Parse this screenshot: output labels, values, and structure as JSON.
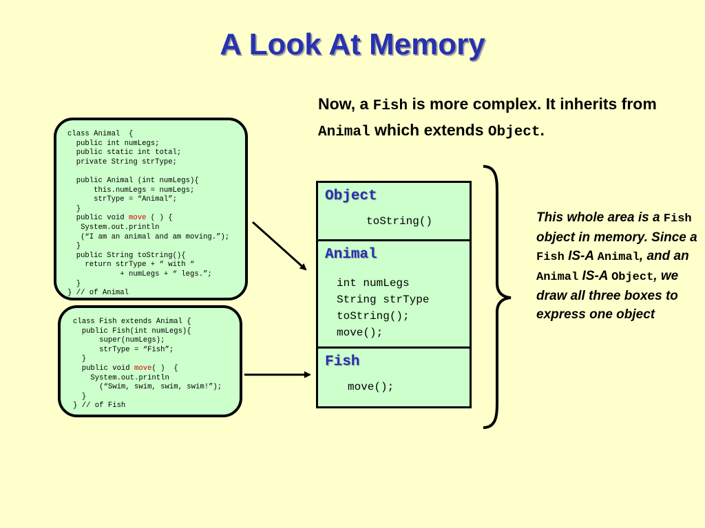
{
  "title": "A Look At Memory",
  "animal_code": "class Animal  {\n  public int numLegs;\n  public static int total;\n  private String strType;\n\n  public Animal (int numLegs){\n      this.numLegs = numLegs;\n      strType = “Animal”;\n  }\n  public void |move| ( ) {\n   System.out.println\n   (“I am an animal and am moving.”);\n  }\n  public String toString(){\n    return strType + “ with “\n            + numLegs + “ legs.”;\n  }\n} // of Animal",
  "fish_code": "class Fish extends Animal {\n  public Fish(int numLegs){\n      super(numLegs);\n      strType = “Fish”;\n  }\n  public void |move|( )  {\n    System.out.println\n      (“Swim, swim, swim, swim!”);\n  }\n} // of Fish",
  "intro": {
    "p1": "Now, a ",
    "fish": "Fish",
    "p2": " is more complex.  It inherits from ",
    "animal": "Animal",
    "p3": " which extends ",
    "object": "Object",
    "p4": "."
  },
  "memory": {
    "object": {
      "title": "Object",
      "members": "toString()"
    },
    "animal": {
      "title": "Animal",
      "members": "int numLegs\nString strType\ntoString();\nmove();"
    },
    "fish": {
      "title": "Fish",
      "members": "move();"
    }
  },
  "note": {
    "t1": "This whole area is a ",
    "c1": "Fish",
    "t2": " object in memory. Since a ",
    "c2": "Fish",
    "t3": " IS-A ",
    "c3": "Animal",
    "t4": ", and an ",
    "c4": "Animal",
    "t5": " IS-A ",
    "c5": "Object",
    "t6": ", we draw all three boxes to express one object"
  },
  "colors": {
    "background": "#ffffcc",
    "code_bg": "#ccffcc",
    "title": "#2632b0",
    "highlight": "#e00000"
  }
}
